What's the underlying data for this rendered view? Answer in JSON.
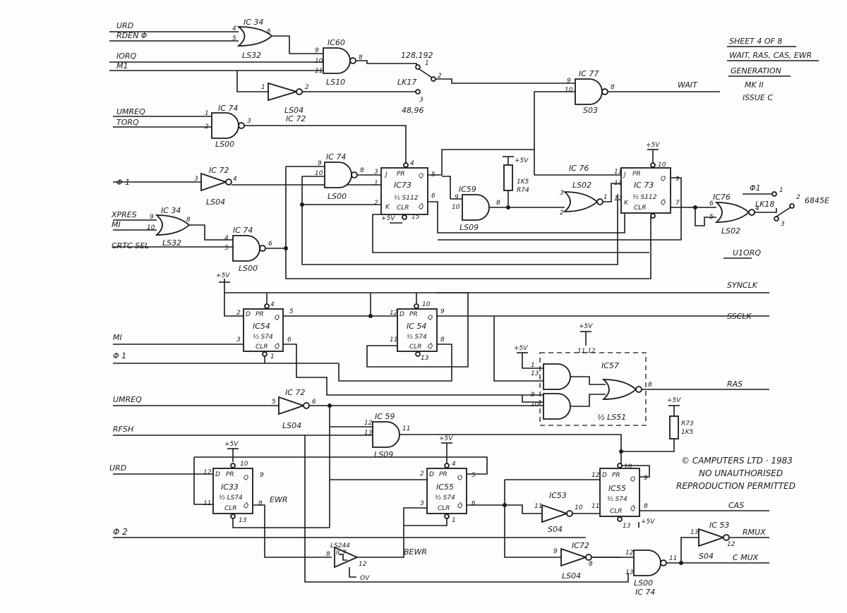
{
  "title_block": {
    "sheet": "SHEET 4 OF 8",
    "subject": "WAIT, RAS, CAS, EWR",
    "subject2": "GENERATION",
    "mark": "MK II",
    "issue": "ISSUE C"
  },
  "copyright": {
    "line1": "© CAMPUTERS LTD · 1983",
    "line2": "NO UNAUTHORISED",
    "line3": "REPRODUCTION   PERMITTED"
  },
  "signals": {
    "urd": "URD",
    "rden": "RDEN Φ",
    "iorq": "IORQ",
    "m1": "M1",
    "umreq": "UMREQ",
    "torq": "TORQ",
    "phi1": "Φ 1",
    "xpres": "XPRES",
    "mi": "MI",
    "crtcsel": "CRTC SEL",
    "wait": "WAIT",
    "u1orq": "U1ORQ",
    "synclk": "SYNCLK",
    "ssclk": "SSCLK",
    "mi2": "MI",
    "phi1b": "Φ 1",
    "ras": "RAS",
    "umreq2": "UMREQ",
    "rfsh": "RFSH",
    "urd2": "URD",
    "ewr": "EWR",
    "phi2": "Φ 2",
    "bewr": "BEWR",
    "cas": "CAS",
    "rmux": "RMUX",
    "cmux": "C MUX",
    "phi1c": "Φ1",
    "out6845": "6845E",
    "ov": "OV"
  },
  "chips": {
    "ic34a": "IC 34",
    "ls32a": "LS32",
    "ic60": "IC60",
    "ls10": "LS10",
    "ic74a": "IC 74",
    "ic72a": "IC 72",
    "ls00a": "LS00",
    "lk17": "LK17",
    "lk17_top": "128,192",
    "lk17_bot": "48,96",
    "lk18": "LK18",
    "ic77": "IC 77",
    "s03": "S03",
    "ic74b": "IC 74",
    "ls00b": "LS00",
    "ic72b": "IC 72",
    "ls04a": "LS04",
    "ic34b": "IC 34",
    "ls32b": "LS32",
    "ic74c": "IC 74",
    "ls00c": "LS00",
    "ic73a": "IC73",
    "s112a": "½ S112",
    "ic59a": "IC59",
    "ls09a": "LS09",
    "r74": "R74",
    "r74v": "1K5",
    "ic76a": "IC 76",
    "ls02a": "LS02",
    "ic73b": "IC 73",
    "s112b": "½ S112",
    "ic76b": "IC76",
    "ls02b": "LS02",
    "ic54a": "IC54",
    "s74a": "½ S74",
    "ic54b": "IC 54",
    "s74b": "½ S74",
    "ic57": "IC57",
    "ls51": "½ LS51",
    "ic72c": "IC 72",
    "ls04b": "LS04",
    "ic59b": "IC 59",
    "ls09b": "LS09",
    "r73": "R73",
    "r73v": "1K5",
    "ic33": "IC33",
    "ls74": "½ LS74",
    "ic55a": "IC55",
    "s74c": "½ S74",
    "ic55b": "IC55",
    "s74d": "½ S74",
    "ic53a": "IC53",
    "s04a": "S04",
    "ic53b": "IC 53",
    "s04b": "S04",
    "ic72d": "IC72",
    "ls04c": "LS04",
    "ls00d": "LS00",
    "ic74d": "IC 74",
    "ls244": "LS244",
    "ic7": "IC7",
    "plus5": "+5V"
  }
}
